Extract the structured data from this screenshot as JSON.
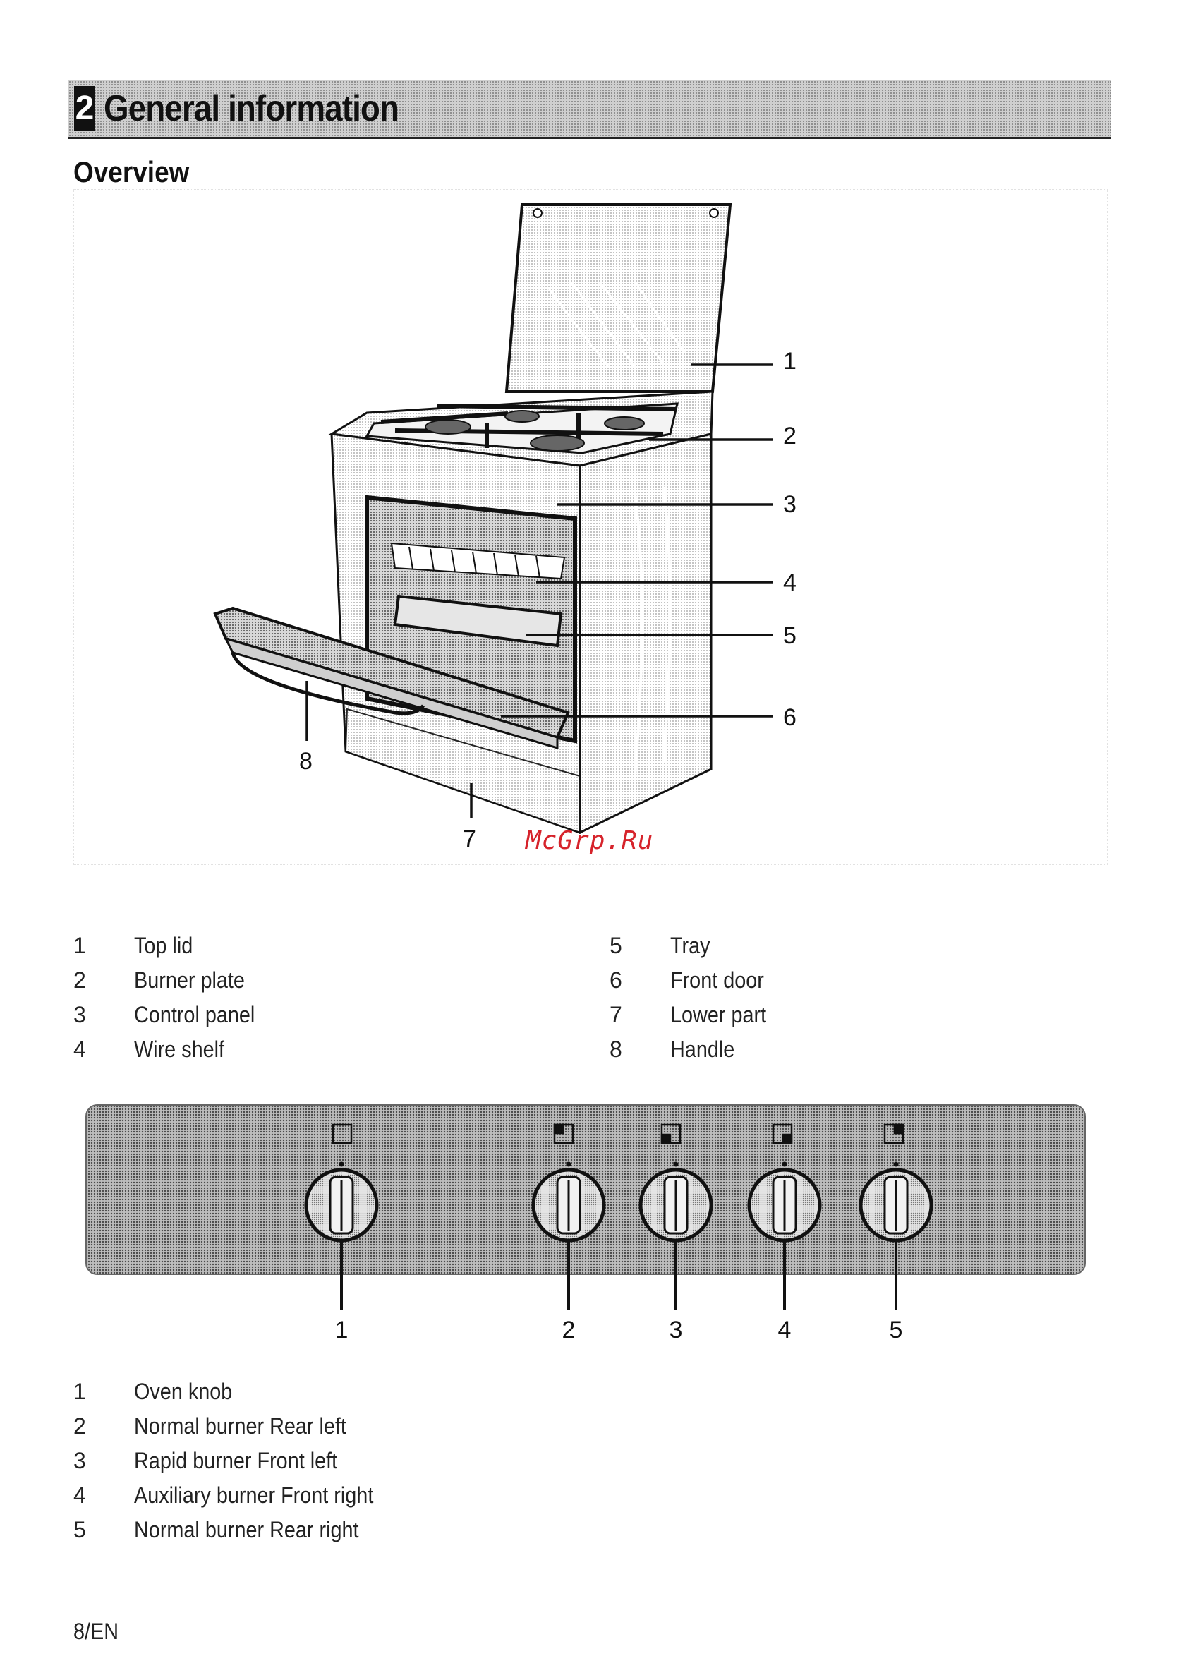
{
  "section": {
    "number": "2",
    "title": "General information"
  },
  "overview": {
    "heading": "Overview",
    "callouts": [
      "1",
      "2",
      "3",
      "4",
      "5",
      "6",
      "7",
      "8"
    ],
    "watermark": "McGrp.Ru",
    "legend": [
      {
        "num": "1",
        "label": "Top lid"
      },
      {
        "num": "2",
        "label": "Burner plate"
      },
      {
        "num": "3",
        "label": "Control panel"
      },
      {
        "num": "4",
        "label": "Wire shelf"
      },
      {
        "num": "5",
        "label": "Tray"
      },
      {
        "num": "6",
        "label": "Front door"
      },
      {
        "num": "7",
        "label": "Lower part"
      },
      {
        "num": "8",
        "label": "Handle"
      }
    ]
  },
  "control_panel": {
    "callouts": [
      "1",
      "2",
      "3",
      "4",
      "5"
    ],
    "icons": [
      "oven-symbol-icon",
      "burner-rear-left-icon",
      "burner-front-left-icon",
      "burner-front-right-icon",
      "burner-rear-right-icon"
    ],
    "legend": [
      {
        "num": "1",
        "label": "Oven knob"
      },
      {
        "num": "2",
        "label": "Normal burner Rear left"
      },
      {
        "num": "3",
        "label": "Rapid burner Front left"
      },
      {
        "num": "4",
        "label": "Auxiliary burner Front right"
      },
      {
        "num": "5",
        "label": "Normal burner Rear right"
      }
    ]
  },
  "footer": {
    "page": "8/EN"
  },
  "colors": {
    "band": "#cfcfcf",
    "ink": "#111111",
    "watermark": "#d6232b",
    "panel": "#8c8c8c"
  }
}
